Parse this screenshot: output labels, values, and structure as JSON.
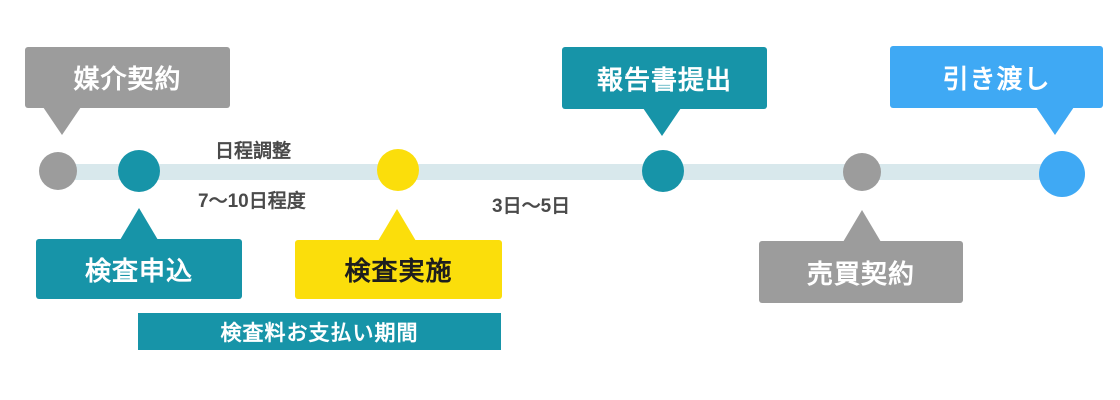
{
  "diagram": {
    "bubbles": {
      "mediation": {
        "label": "媒介契約"
      },
      "application": {
        "label": "検査申込"
      },
      "execution": {
        "label": "検査実施"
      },
      "report": {
        "label": "報告書提出"
      },
      "sales": {
        "label": "売買契約"
      },
      "handover": {
        "label": "引き渡し"
      }
    },
    "annotations": {
      "scheduling": "日程調整",
      "days_7_10": "7〜10日程度",
      "days_3_5": "3日〜5日"
    },
    "payment_bar": {
      "label": "検査料お支払い期間"
    },
    "nodes": [
      {
        "name": "mediation-contract",
        "color": "gray"
      },
      {
        "name": "inspection-application",
        "color": "teal"
      },
      {
        "name": "inspection-execution",
        "color": "yellow"
      },
      {
        "name": "report-submission",
        "color": "teal"
      },
      {
        "name": "sales-contract",
        "color": "gray"
      },
      {
        "name": "handover",
        "color": "blue"
      }
    ],
    "colors": {
      "teal": "#1794A8",
      "gray": "#9C9C9C",
      "yellow": "#FBDE0B",
      "blue": "#3FA9F4",
      "track": "#D8E8EC",
      "note_text": "#4A4A4A",
      "bubble_text_light": "#FFFFFF",
      "bubble_text_dark": "#1E1E1E"
    }
  }
}
